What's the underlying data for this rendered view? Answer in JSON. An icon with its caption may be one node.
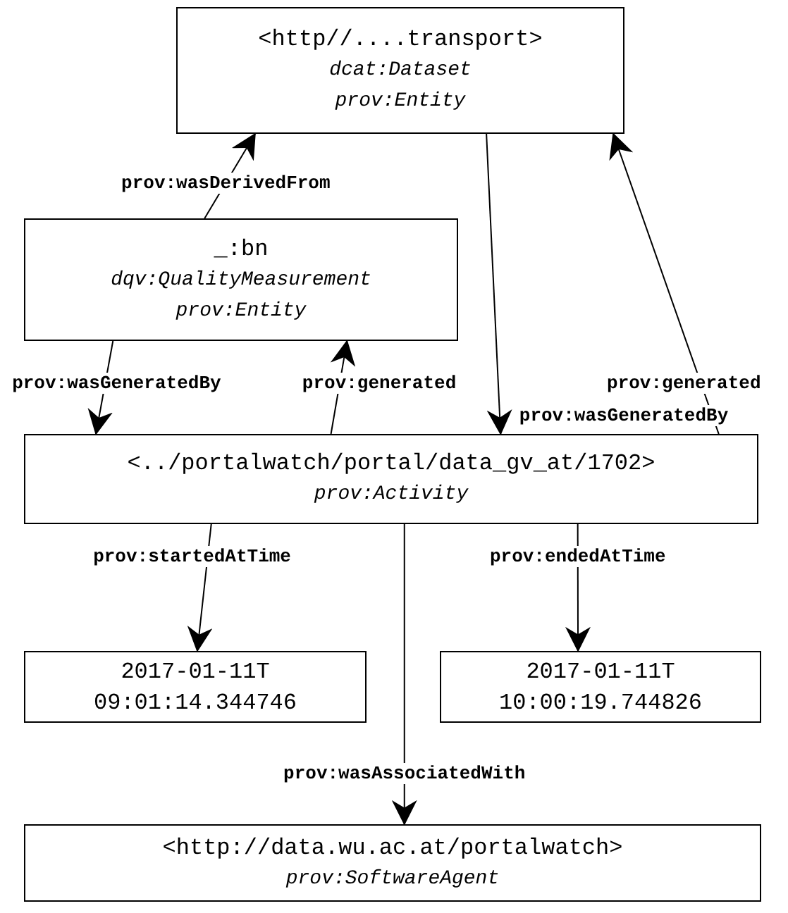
{
  "diagram": {
    "nodes": [
      {
        "text": [
          "<http//....transport>",
          "dcat:Dataset",
          "prov:Entity"
        ]
      },
      {
        "text": [
          "_:bn",
          "dqv:QualityMeasurement",
          "prov:Entity"
        ]
      },
      {
        "text": [
          "<../portalwatch/portal/data_gv_at/1702>",
          "prov:Activity"
        ]
      },
      {
        "text": [
          "2017-01-11T 09:01:14.344746"
        ]
      },
      {
        "text": [
          "2017-01-11T 10:00:19.744826"
        ]
      },
      {
        "text": [
          "<http://data.wu.ac.at/portalwatch>",
          "prov:SoftwareAgent"
        ]
      }
    ],
    "edges": [
      {
        "from": 1,
        "to": 0,
        "arrow": "to",
        "label": "prov:wasDerivedFrom"
      },
      {
        "from": 1,
        "to": 2,
        "arrow": "to",
        "label": "prov:wasGeneratedBy"
      },
      {
        "from": 2,
        "to": 1,
        "arrow": "to",
        "label": "prov:generated"
      },
      {
        "from": 0,
        "to": 2,
        "arrow": "to",
        "label": "prov:wasGeneratedBy"
      },
      {
        "from": 2,
        "to": 0,
        "arrow": "to",
        "label": "prov:generated"
      },
      {
        "from": 2,
        "to": 3,
        "arrow": "to",
        "label": "prov:startedAtTime"
      },
      {
        "from": 2,
        "to": 4,
        "arrow": "to",
        "label": "prov:endedAtTime"
      },
      {
        "from": 2,
        "to": 5,
        "arrow": "to",
        "label": "prov:wasAssociatedWith"
      }
    ]
  }
}
